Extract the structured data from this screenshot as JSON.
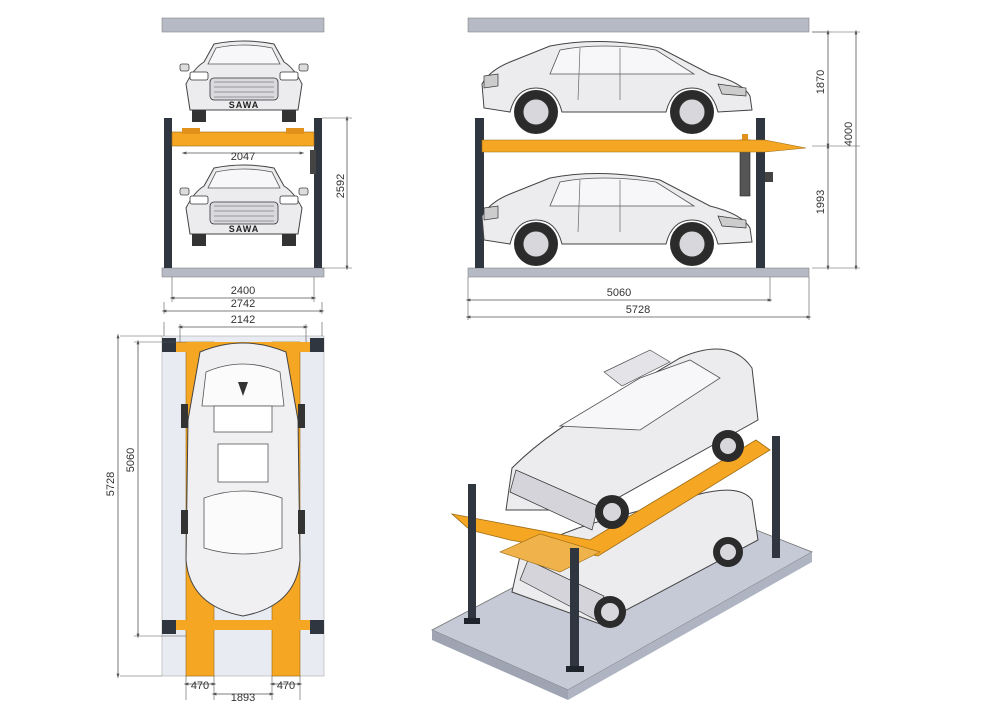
{
  "brand": "SAWA",
  "colors": {
    "platform": "#f5a623",
    "post": "#2f3640",
    "floor": "#b5bac4",
    "floor_light": "#e8ebf2",
    "car_body": "#ececee",
    "dim_line": "#555555"
  },
  "front_view": {
    "dim_platform_width": "2047",
    "dim_upper_height": "2592",
    "dim_outer_width": "2400",
    "dim_total_width": "2742"
  },
  "side_view": {
    "dim_upper_clearance": "1870",
    "dim_total_height": "4000",
    "dim_lower_clearance": "1993",
    "dim_platform_length": "5060",
    "dim_total_length": "5728"
  },
  "top_view": {
    "dim_inner_width": "2142",
    "dim_platform_length": "5060",
    "dim_total_length": "5728",
    "dim_runway_left": "470",
    "dim_runway_gap": "1893",
    "dim_runway_right": "470"
  }
}
